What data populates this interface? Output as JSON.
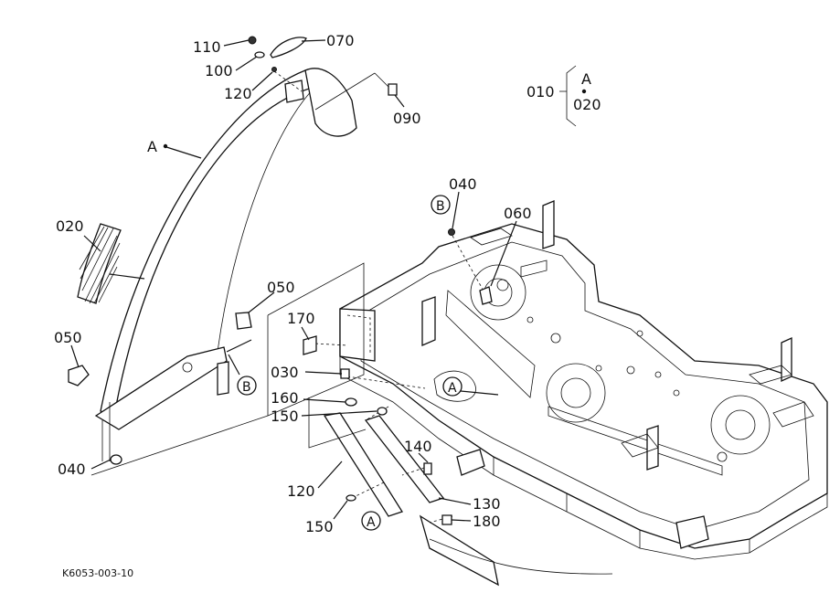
{
  "figure_code": "K6053-003-10",
  "part_labels": {
    "p110": "110",
    "p070": "070",
    "p100": "100",
    "p120_top": "120",
    "p090": "090",
    "p010": "010",
    "p020_right": "020",
    "ref_a_group": "A",
    "ref_a_chute": "A",
    "p020_left": "020",
    "p040_top": "040",
    "p060": "060",
    "p050_right": "050",
    "p050_left": "050",
    "p170": "170",
    "p030": "030",
    "p160": "160",
    "p150_mid": "150",
    "p140": "140",
    "p040_bottom": "040",
    "p120_bottom": "120",
    "p130": "130",
    "p150_bottom": "150",
    "p180": "180"
  },
  "callouts": {
    "b_top": "B",
    "b_left": "B",
    "a_deck": "A",
    "a_bottom": "A"
  }
}
